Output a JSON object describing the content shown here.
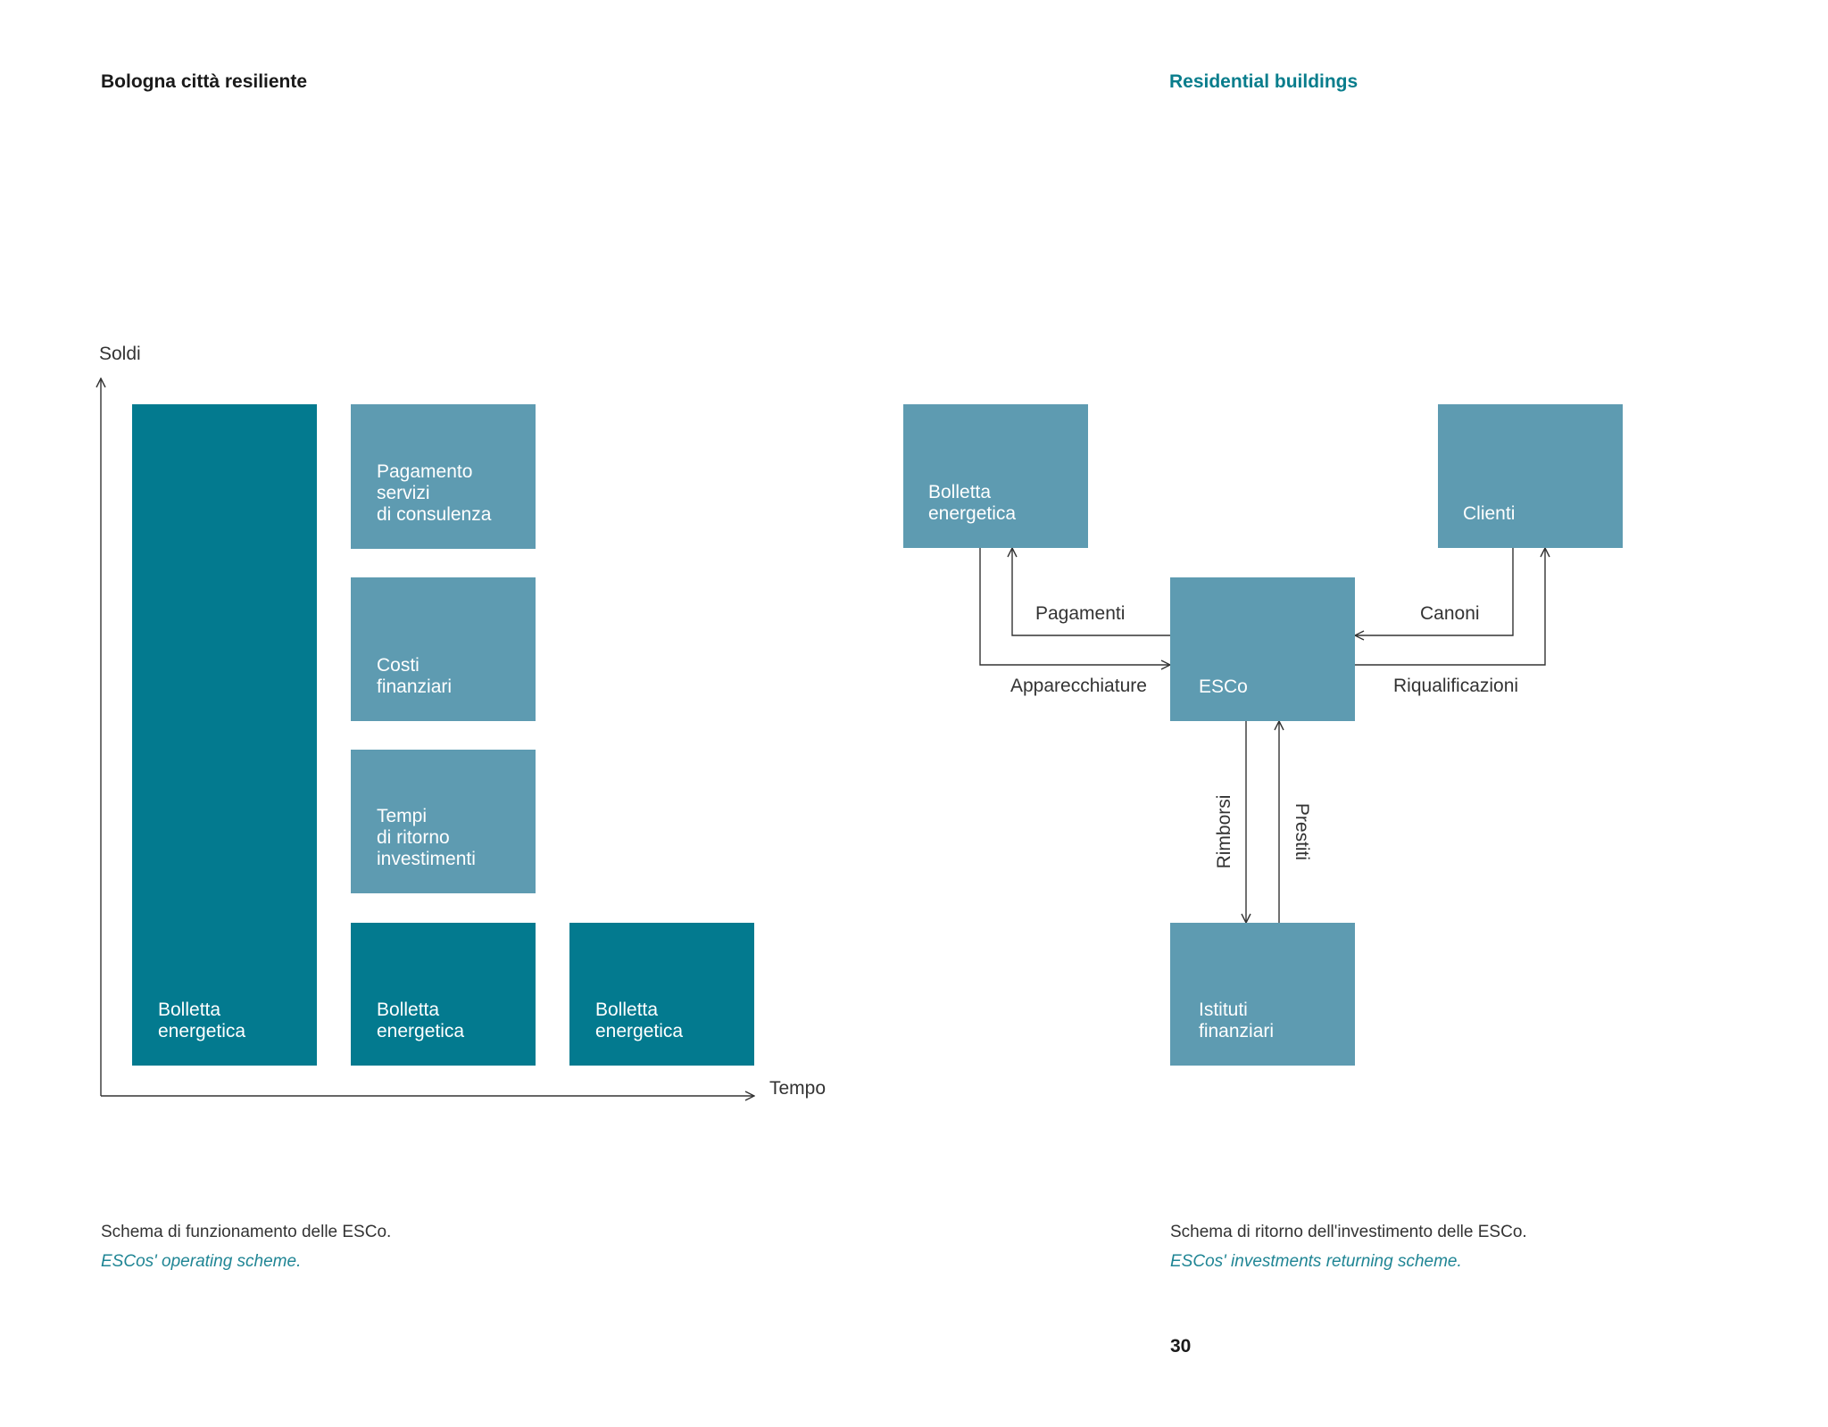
{
  "header": {
    "left_title": "Bologna città resiliente",
    "right_title": "Residential buildings"
  },
  "left_chart": {
    "y_axis_label": "Soldi",
    "x_axis_label": "Tempo",
    "boxes": {
      "big_bill": "Bolletta\nenergetica",
      "consulting": "Pagamento\nservizi\ndi consulenza",
      "financial_costs": "Costi\nfinanziari",
      "payback": "Tempi\ndi ritorno\ninvestimenti",
      "bill_2": "Bolletta\nenergetica",
      "bill_3": "Bolletta\nenergetica"
    },
    "caption_it": "Schema di funzionamento delle ESCo.",
    "caption_en": "ESCos' operating scheme."
  },
  "right_diagram": {
    "nodes": {
      "bill": "Bolletta\nenergetica",
      "clients": "Clienti",
      "esco": "ESCo",
      "banks": "Istituti\nfinanziari"
    },
    "flows": {
      "payments": "Pagamenti",
      "equipment": "Apparecchiature",
      "fees": "Canoni",
      "upgrades": "Riqualificazioni",
      "repayments": "Rimborsi",
      "loans": "Prestiti"
    },
    "caption_it": "Schema di ritorno dell'investimento delle ESCo.",
    "caption_en": "ESCos' investments returning scheme."
  },
  "page_number": "30",
  "colors": {
    "dark_box": "#037a8f",
    "light_box": "#5e9bb1",
    "header_accent": "#087d8c",
    "caption_italic": "#1f8594"
  }
}
